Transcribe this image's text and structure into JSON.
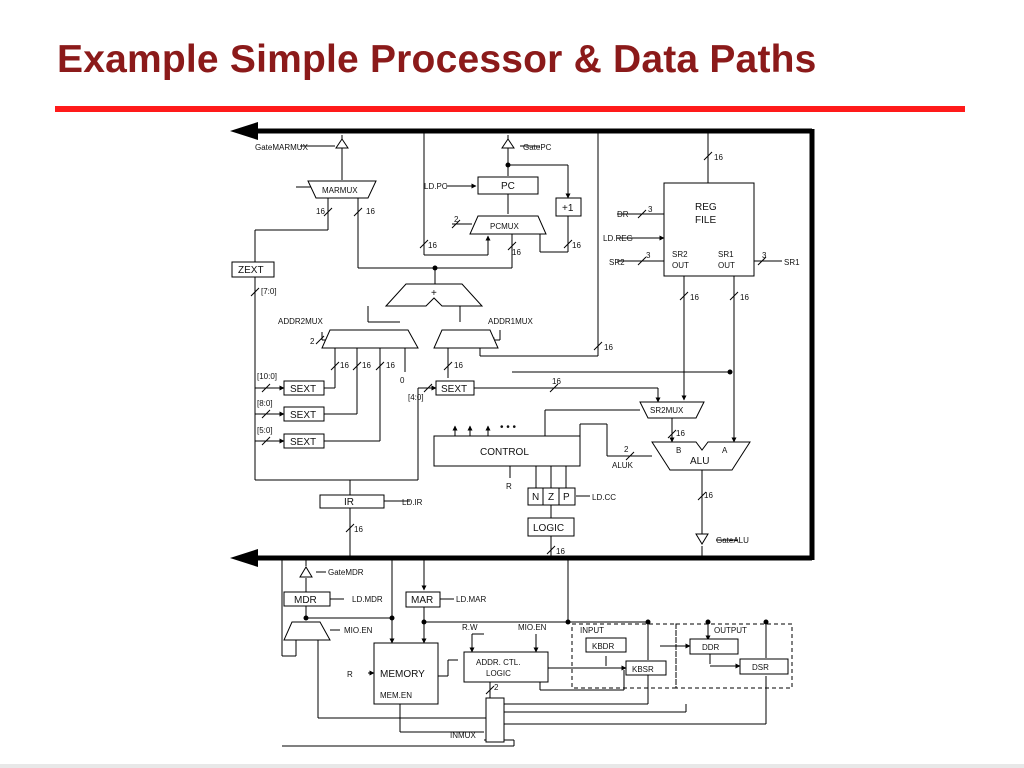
{
  "slide": {
    "title": "Example Simple Processor & Data Paths"
  },
  "colors": {
    "title": "#8b1a1a",
    "rule": "#ff1a1a",
    "bus": "#000000"
  },
  "diagram": {
    "gate_marmux": "GateMARMUX",
    "gate_pc": "GatePC",
    "marmux": "MARMUX",
    "ld_pc": "LD.PC",
    "pc": "PC",
    "plus_one": "+1",
    "pcmux": "PCMUX",
    "reg_file_1": "REG",
    "reg_file_2": "FILE",
    "dr": "DR",
    "ld_reg": "LD.REG",
    "sr2": "SR2",
    "sr1": "SR1",
    "sr2_out": "OUT",
    "sr1_out": "OUT",
    "zext": "ZEXT",
    "bits_7_0": "[7:0]",
    "adder": "+",
    "addr2mux": "ADDR2MUX",
    "addr1mux": "ADDR1MUX",
    "bits_10_0": "[10:0]",
    "bits_8_0": "[8:0]",
    "bits_5_0": "[5:0]",
    "bits_4_0": "[4:0]",
    "sext": "SEXT",
    "zero": "0",
    "sr2mux": "SR2MUX",
    "control": "CONTROL",
    "dots": "• • •",
    "r": "R",
    "aluk": "ALUK",
    "alu": "ALU",
    "alu_b": "B",
    "alu_a": "A",
    "n": "N",
    "z": "Z",
    "p": "P",
    "ld_cc": "LD.CC",
    "logic": "LOGIC",
    "ir": "IR",
    "ld_ir": "LD.IR",
    "gate_alu": "GateALU",
    "gate_mdr": "GateMDR",
    "mdr": "MDR",
    "ld_mdr": "LD.MDR",
    "mar": "MAR",
    "ld_mar": "LD.MAR",
    "mio_en": "MIO.EN",
    "rw": "R.W",
    "input": "INPUT",
    "output": "OUTPUT",
    "kbdr": "KBDR",
    "kbsr": "KBSR",
    "ddr": "DDR",
    "dsr": "DSR",
    "memory": "MEMORY",
    "mem_en": "MEM.EN",
    "addr_ctl_1": "ADDR. CTL.",
    "addr_ctl_2": "LOGIC",
    "inmux": "INMUX",
    "w16": "16",
    "w2": "2",
    "w3": "3"
  }
}
